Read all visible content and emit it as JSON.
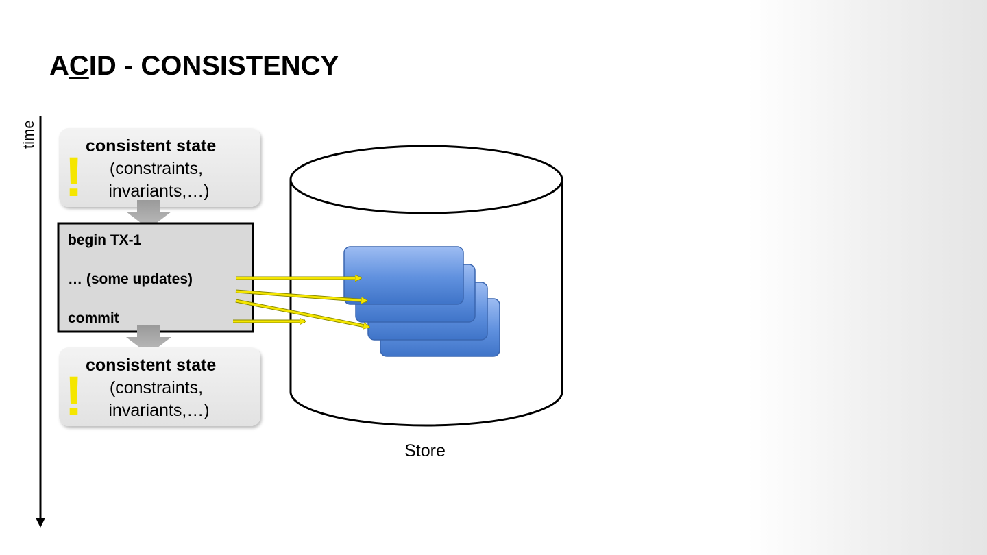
{
  "title": {
    "prefix": "A",
    "underlined": "C",
    "suffix": "ID - CONSISTENCY"
  },
  "time_axis": {
    "label": "time"
  },
  "state_top": {
    "exclaim": "!",
    "heading": "consistent state",
    "line1": "(constraints,",
    "line2": "invariants,…)"
  },
  "transaction": {
    "begin": "begin TX-1",
    "updates": "… (some updates)",
    "commit": "commit"
  },
  "state_bottom": {
    "exclaim": "!",
    "heading": "consistent state",
    "line1": "(constraints,",
    "line2": "invariants,…)"
  },
  "store": {
    "label": "Store"
  },
  "colors": {
    "accent_yellow": "#f5e600",
    "record_blue": "#5b8ede",
    "box_gray": "#d9d9d9"
  }
}
